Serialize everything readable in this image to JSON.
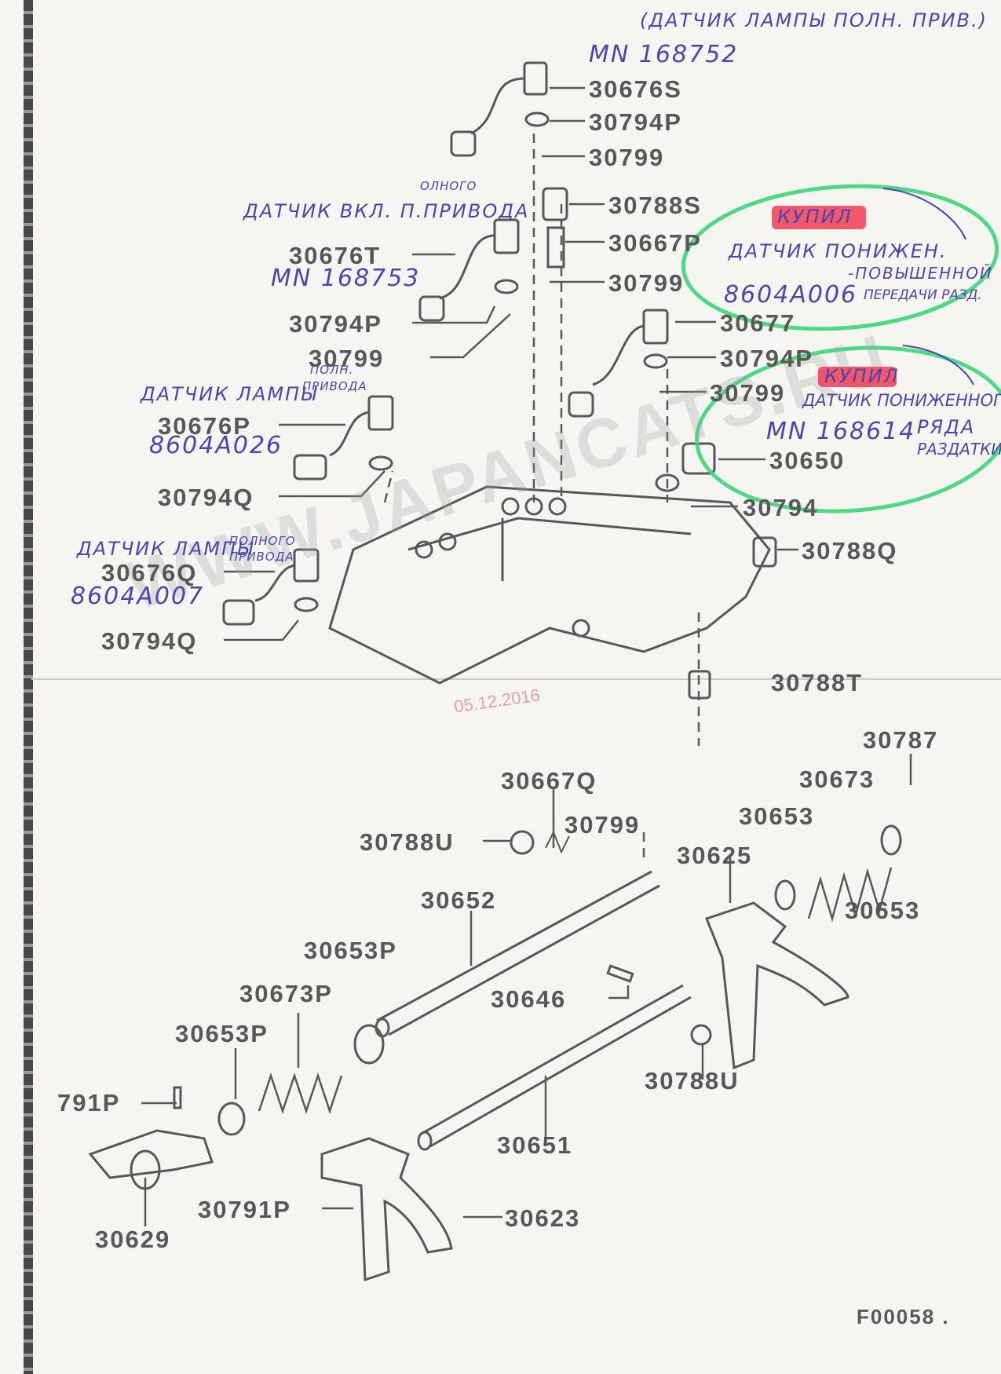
{
  "diagram_code": "F00058 .",
  "watermark": "WWW.JAPANCATS.RU",
  "stamp_date": "05.12.2016",
  "part_numbers": [
    "30676S",
    "30794P",
    "30799",
    "30788S",
    "30667P",
    "30799",
    "30676T",
    "30794P",
    "30799",
    "30677",
    "30794P",
    "30799",
    "30676P",
    "30794Q",
    "30650",
    "30794",
    "30788Q",
    "30676Q",
    "30794Q",
    "30788T",
    "30787",
    "30667Q",
    "30673",
    "30799",
    "30653",
    "30788U",
    "30625",
    "30653",
    "30652",
    "30653P",
    "30646",
    "30673P",
    "30653P",
    "30788U",
    "791P",
    "30651",
    "30791P",
    "30623",
    "30629"
  ],
  "handwritten": {
    "top_note": "(ДАТЧИК ЛАМПЫ ПОЛН. ПРИВ.)",
    "top_part": "MN 168752",
    "note_30676T": "ДАТЧИК ВКЛ. П.ПРИВОДА",
    "note_30676T_sup": "ОЛНОГО",
    "part_30676T": "MN 168753",
    "note_30676P": "ДАТЧИК ЛАМПЫ",
    "note_30676P_sup1": "ПОЛН.",
    "note_30676P_sup2": "ПРИВОДА",
    "part_30676P": "8604A026",
    "note_30676Q": "ДАТЧИК ЛАМПЫ",
    "note_30676Q_sup1": "ПОЛНОГО",
    "note_30676Q_sup2": "ПРИВОДА",
    "part_30676Q": "8604A007",
    "circle1_bought": "КУПИЛ",
    "circle1_line1": "ДАТЧИК ПОНИЖЕН.",
    "circle1_line2": "-ПОВЫШЕННОЙ",
    "circle1_part": "8604A006",
    "circle1_line3": "ПЕРЕДАЧИ РАЗД.",
    "circle2_bought": "КУПИЛ",
    "circle2_line1": "ДАТЧИК ПОНИЖЕННОГО",
    "circle2_part": "MN 168614",
    "circle2_line2": "РЯДА",
    "circle2_line3": "РАЗДАТКИ"
  },
  "colors": {
    "ink": "#5a5856",
    "pen": "#4b45b0",
    "marker_green": "#3fd67a",
    "marker_red": "#f0475a"
  }
}
